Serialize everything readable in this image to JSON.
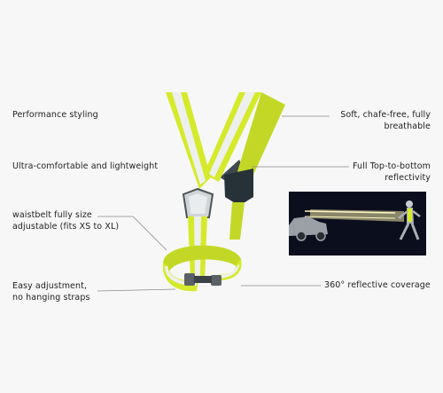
{
  "callouts": {
    "performance": "Performance styling",
    "comfort": "Ultra-comfortable and lightweight",
    "waistbelt_line1": "waistbelt fully size",
    "waistbelt_line2": "adjustable (fits XS to XL)",
    "adjust_line1": "Easy adjustment,",
    "adjust_line2": "no hanging straps",
    "soft_line1": "Soft, chafe-free, fully",
    "soft_line2": "breathable",
    "reflect_line1": "Full Top-to-bottom",
    "reflect_line2": "reflectivity",
    "coverage": "360° reflective coverage"
  },
  "colors": {
    "vest_yellow": "#d4ea2a",
    "reflective_stripe": "#eef0ee",
    "back_panel": "#263238",
    "night_sky": "#0b0e1d"
  },
  "icons": {
    "inset": "night-runner-car-illustration"
  }
}
